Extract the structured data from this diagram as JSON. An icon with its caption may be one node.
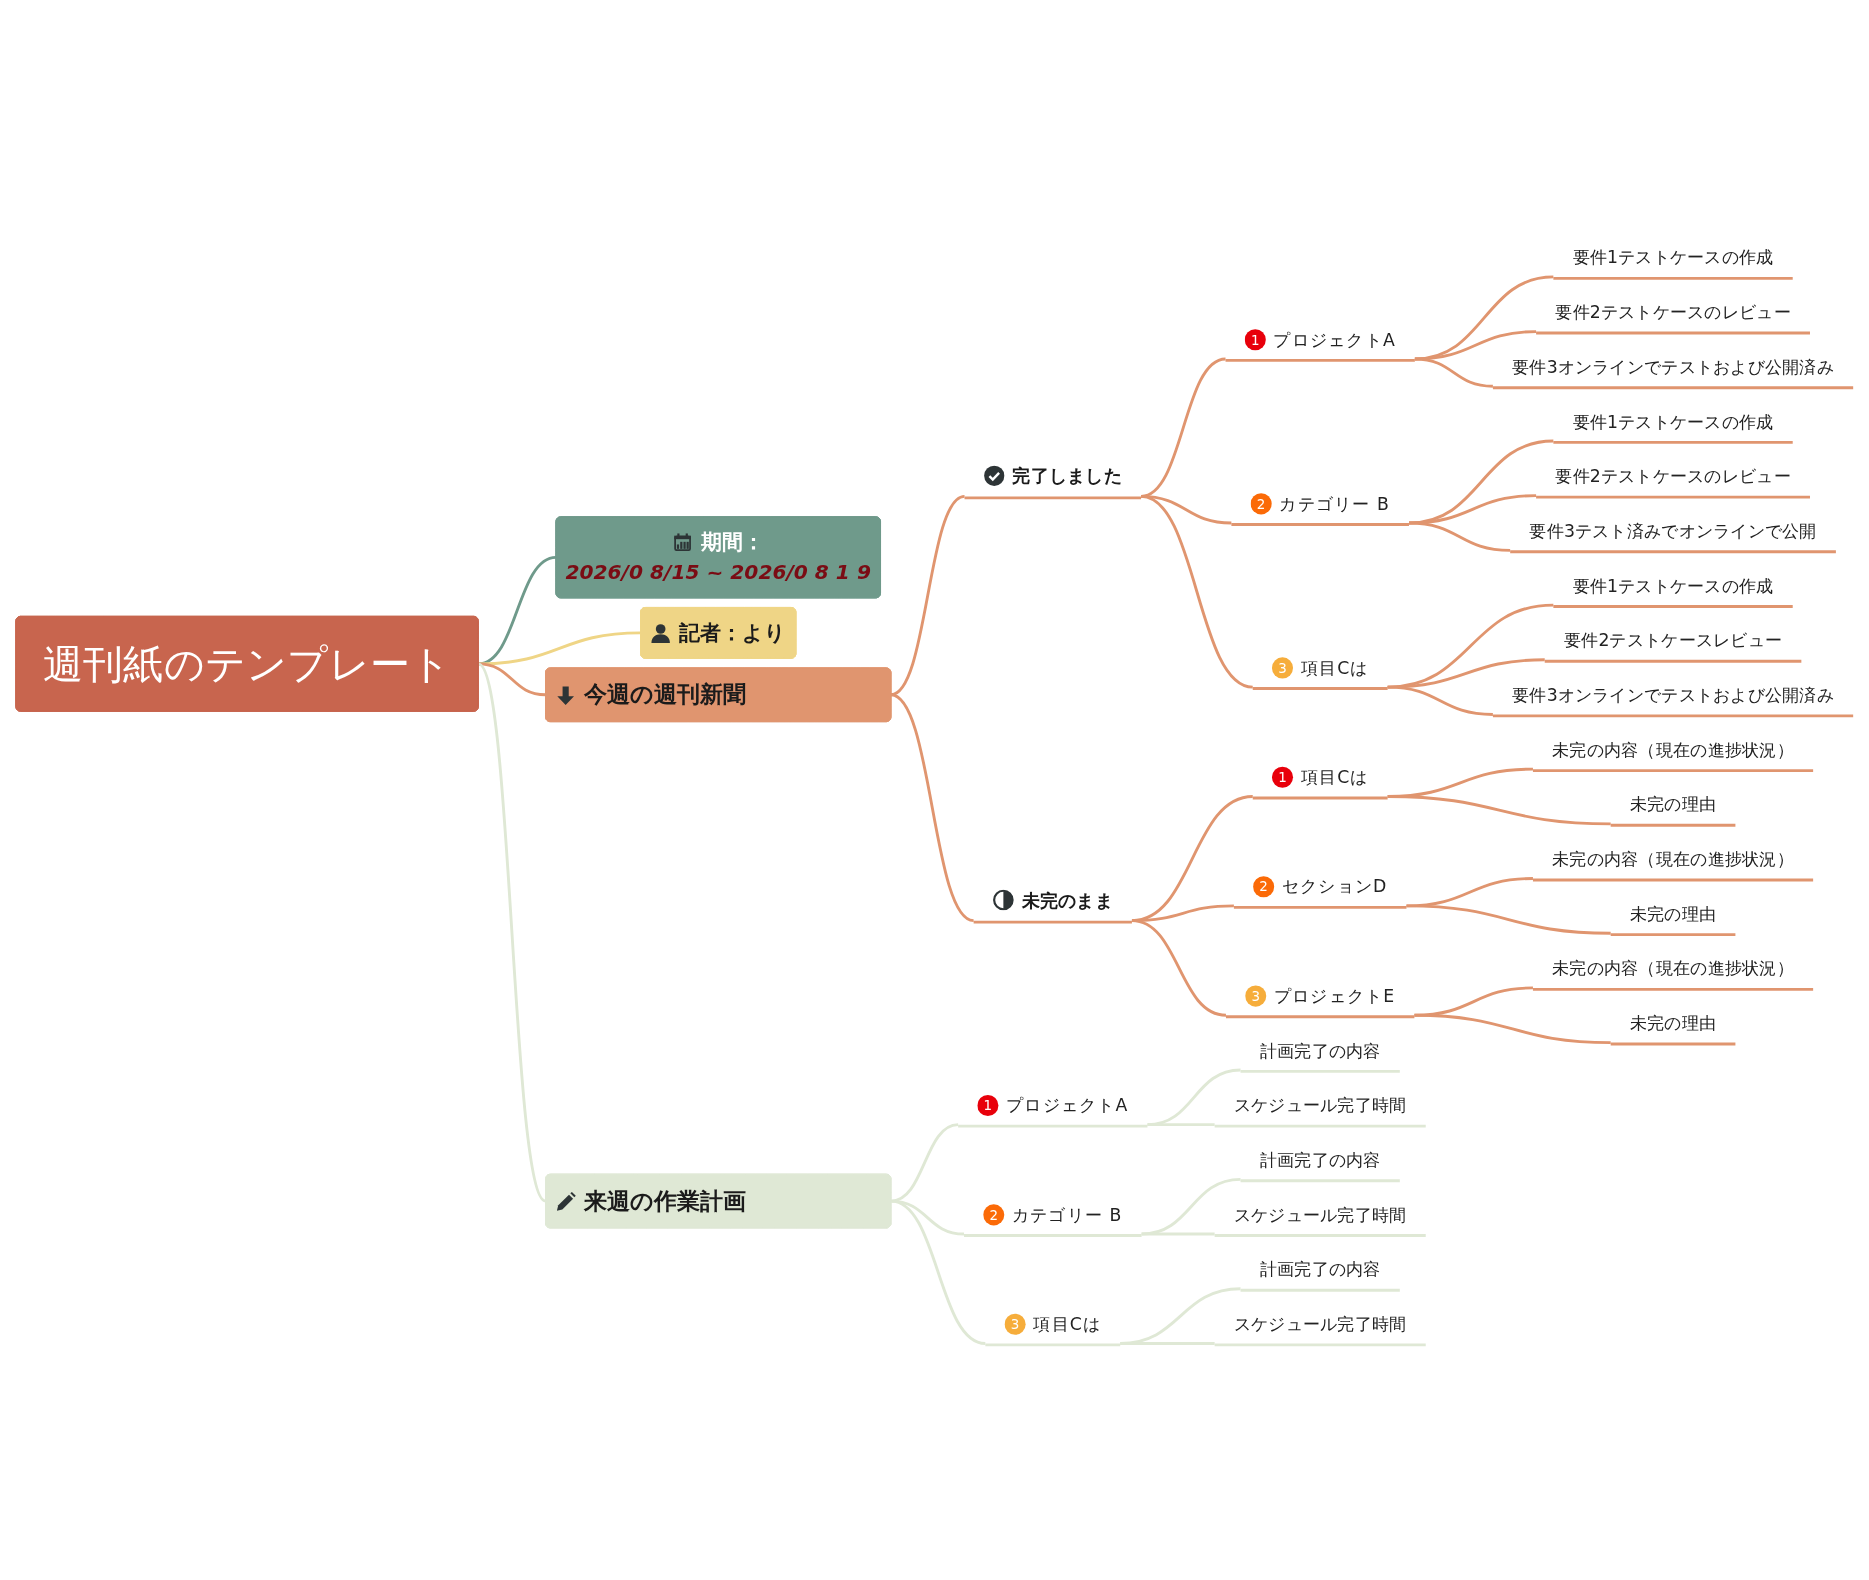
{
  "diagram": {
    "nodes": [
      {
        "text": [
          "週刊紙のテンプレート"
        ]
      },
      {
        "text": [
          "期間：",
          "2026/0 8/15 ~ 2026/0 8 1 9"
        ]
      },
      {
        "text": [
          "記者：より"
        ]
      },
      {
        "text": [
          "今週の週刊新聞"
        ]
      },
      {
        "text": [
          "完了しました"
        ]
      },
      {
        "text": [
          "1",
          "プロジェクトA"
        ]
      },
      {
        "text": [
          "要件1テストケースの作成"
        ]
      },
      {
        "text": [
          "要件2テストケースのレビュー"
        ]
      },
      {
        "text": [
          "要件3オンラインでテストおよび公開済み"
        ]
      },
      {
        "text": [
          "2",
          "カテゴリー B"
        ]
      },
      {
        "text": [
          "要件1テストケースの作成"
        ]
      },
      {
        "text": [
          "要件2テストケースのレビュー"
        ]
      },
      {
        "text": [
          "要件3テスト済みでオンラインで公開"
        ]
      },
      {
        "text": [
          "3",
          "項目Cは"
        ]
      },
      {
        "text": [
          "要件1テストケースの作成"
        ]
      },
      {
        "text": [
          "要件2テストケースレビュー"
        ]
      },
      {
        "text": [
          "要件3オンラインでテストおよび公開済み"
        ]
      },
      {
        "text": [
          "未完のまま"
        ]
      },
      {
        "text": [
          "1",
          "項目Cは"
        ]
      },
      {
        "text": [
          "未完の内容（現在の進捗状況）"
        ]
      },
      {
        "text": [
          "未完の理由"
        ]
      },
      {
        "text": [
          "2",
          "セクションD"
        ]
      },
      {
        "text": [
          "未完の内容（現在の進捗状況）"
        ]
      },
      {
        "text": [
          "未完の理由"
        ]
      },
      {
        "text": [
          "3",
          "プロジェクトE"
        ]
      },
      {
        "text": [
          "未完の内容（現在の進捗状況）"
        ]
      },
      {
        "text": [
          "未完の理由"
        ]
      },
      {
        "text": [
          "来週の作業計画"
        ]
      },
      {
        "text": [
          "1",
          "プロジェクトA"
        ]
      },
      {
        "text": [
          "計画完了の内容"
        ]
      },
      {
        "text": [
          "スケジュール完了時間"
        ]
      },
      {
        "text": [
          "2",
          "カテゴリー B"
        ]
      },
      {
        "text": [
          "計画完了の内容"
        ]
      },
      {
        "text": [
          "スケジュール完了時間"
        ]
      },
      {
        "text": [
          "3",
          "項目Cは"
        ]
      },
      {
        "text": [
          "計画完了の内容"
        ]
      },
      {
        "text": [
          "スケジュール完了時間"
        ]
      }
    ],
    "edges": [
      {
        "from": 0,
        "to": 1,
        "arrow": "none",
        "color": "#6f9a8b"
      },
      {
        "from": 0,
        "to": 2,
        "arrow": "none",
        "color": "#efd586"
      },
      {
        "from": 0,
        "to": 3,
        "arrow": "none"
      },
      {
        "from": 3,
        "to": 4,
        "arrow": "none"
      },
      {
        "from": 4,
        "to": 5,
        "arrow": "none"
      },
      {
        "from": 5,
        "to": 6,
        "arrow": "none"
      },
      {
        "from": 5,
        "to": 7,
        "arrow": "none"
      },
      {
        "from": 5,
        "to": 8,
        "arrow": "none"
      },
      {
        "from": 4,
        "to": 9,
        "arrow": "none"
      },
      {
        "from": 9,
        "to": 10,
        "arrow": "none"
      },
      {
        "from": 9,
        "to": 11,
        "arrow": "none"
      },
      {
        "from": 9,
        "to": 12,
        "arrow": "none"
      },
      {
        "from": 4,
        "to": 13,
        "arrow": "none"
      },
      {
        "from": 13,
        "to": 14,
        "arrow": "none"
      },
      {
        "from": 13,
        "to": 15,
        "arrow": "none"
      },
      {
        "from": 13,
        "to": 16,
        "arrow": "none"
      },
      {
        "from": 3,
        "to": 17,
        "arrow": "none"
      },
      {
        "from": 17,
        "to": 18,
        "arrow": "none"
      },
      {
        "from": 18,
        "to": 19,
        "arrow": "none"
      },
      {
        "from": 18,
        "to": 20,
        "arrow": "none"
      },
      {
        "from": 17,
        "to": 21,
        "arrow": "none"
      },
      {
        "from": 21,
        "to": 22,
        "arrow": "none"
      },
      {
        "from": 21,
        "to": 23,
        "arrow": "none"
      },
      {
        "from": 17,
        "to": 24,
        "arrow": "none"
      },
      {
        "from": 24,
        "to": 25,
        "arrow": "none"
      },
      {
        "from": 24,
        "to": 26,
        "arrow": "none"
      },
      {
        "from": 0,
        "to": 27,
        "arrow": "none",
        "color": "#dfe8d5"
      },
      {
        "from": 27,
        "to": 28,
        "arrow": "none",
        "color": "#dfe8d5"
      },
      {
        "from": 28,
        "to": 29,
        "arrow": "none",
        "color": "#dfe8d5"
      },
      {
        "from": 28,
        "to": 30,
        "arrow": "none",
        "color": "#dfe8d5"
      },
      {
        "from": 27,
        "to": 31,
        "arrow": "none",
        "color": "#dfe8d5"
      },
      {
        "from": 31,
        "to": 32,
        "arrow": "none",
        "color": "#dfe8d5"
      },
      {
        "from": 31,
        "to": 33,
        "arrow": "none",
        "color": "#dfe8d5"
      },
      {
        "from": 27,
        "to": 34,
        "arrow": "none",
        "color": "#dfe8d5"
      },
      {
        "from": 34,
        "to": 35,
        "arrow": "none",
        "color": "#dfe8d5"
      },
      {
        "from": 34,
        "to": 36,
        "arrow": "none",
        "color": "#dfe8d5"
      }
    ]
  }
}
